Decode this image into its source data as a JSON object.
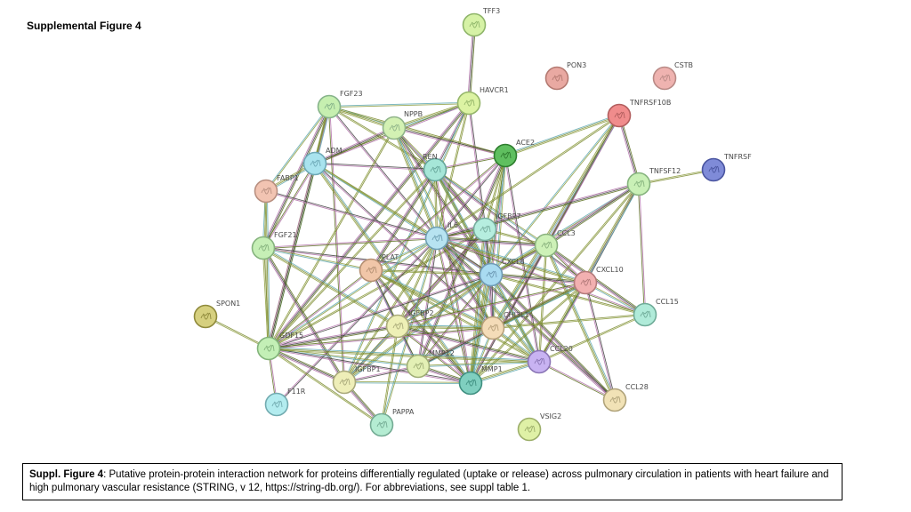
{
  "title": "Supplemental Figure 4",
  "caption": {
    "label": "Suppl. Figure 4",
    "text": ": Putative protein-protein interaction network for proteins differentially regulated (uptake or release) across pulmonary circulation in patients with heart failure and high pulmonary vascular resistance (STRING, v 12, https://string-db.org/). For abbreviations, see suppl table 1."
  },
  "nodes": [
    {
      "id": "TFF3",
      "color": "#d6f2a6"
    },
    {
      "id": "PON3",
      "color": "#e9a9a2"
    },
    {
      "id": "CSTB",
      "color": "#efb3b0"
    },
    {
      "id": "HAVCR1",
      "color": "#dcf3a3"
    },
    {
      "id": "FGF23",
      "color": "#c6efb0"
    },
    {
      "id": "TNFRSF10B",
      "color": "#f08c8c"
    },
    {
      "id": "NPPB",
      "color": "#d3f1b3"
    },
    {
      "id": "ACE2",
      "color": "#5fbf5f"
    },
    {
      "id": "ADM",
      "color": "#a9e3ee"
    },
    {
      "id": "REN",
      "color": "#a6e6d8"
    },
    {
      "id": "TNFRSF",
      "color": "#7f8bd8"
    },
    {
      "id": "FABP1",
      "color": "#f2c4b2"
    },
    {
      "id": "TNFSF12",
      "color": "#c9f0b6"
    },
    {
      "id": "IGFBP7",
      "color": "#b6eedf"
    },
    {
      "id": "IL6",
      "color": "#b7e3f1"
    },
    {
      "id": "FGF21",
      "color": "#c6efb6"
    },
    {
      "id": "CCL3",
      "color": "#cdf1b7"
    },
    {
      "id": "PLAT",
      "color": "#f1c6a8"
    },
    {
      "id": "CXCL8",
      "color": "#a9dbf1"
    },
    {
      "id": "CXCL10",
      "color": "#f2b0b0"
    },
    {
      "id": "SPON1",
      "color": "#d6d07f"
    },
    {
      "id": "CCL15",
      "color": "#b0ebd9"
    },
    {
      "id": "IGFBP2",
      "color": "#eef0b6"
    },
    {
      "id": "CHI3L1",
      "color": "#f4dcb8"
    },
    {
      "id": "GDF15",
      "color": "#c3efb6"
    },
    {
      "id": "MMP12",
      "color": "#e3f0b5"
    },
    {
      "id": "CCL20",
      "color": "#c8b3f2"
    },
    {
      "id": "MMP1",
      "color": "#7fcfbf"
    },
    {
      "id": "IGFBP1",
      "color": "#eeeeb8"
    },
    {
      "id": "CCL28",
      "color": "#f1e2b6"
    },
    {
      "id": "F11R",
      "color": "#b3ecef"
    },
    {
      "id": "PAPPA",
      "color": "#b4ecd2"
    },
    {
      "id": "VSIG2",
      "color": "#dff1a6"
    }
  ]
}
